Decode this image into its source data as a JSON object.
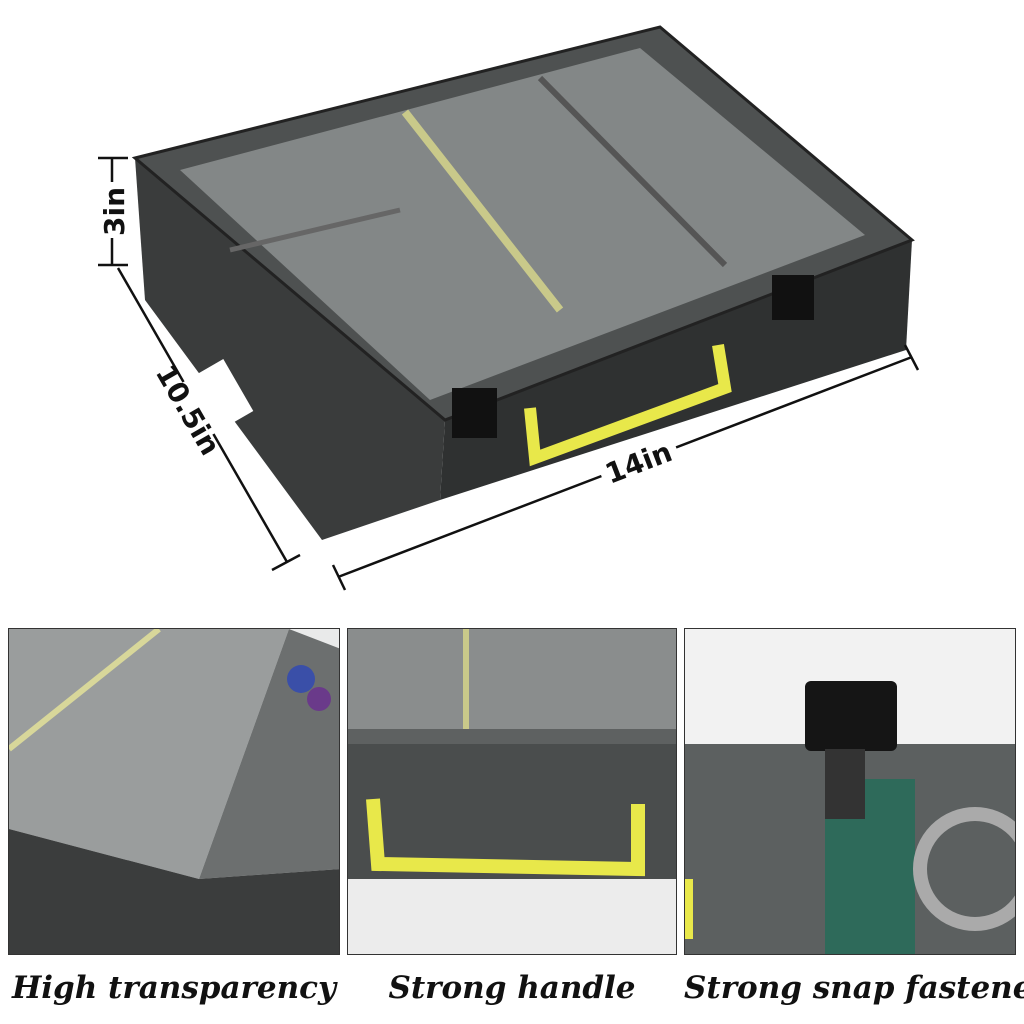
{
  "dimensions": {
    "height": "3in",
    "depth": "10.5in",
    "width": "14in"
  },
  "colors": {
    "box": "#3a3c3c",
    "lid": "#575a5a",
    "handle": "#e8e84a",
    "cards": "#8d9090"
  },
  "panels": [
    {
      "caption": "High transparency"
    },
    {
      "caption": "Strong handle"
    },
    {
      "caption": "Strong snap fastener"
    }
  ]
}
